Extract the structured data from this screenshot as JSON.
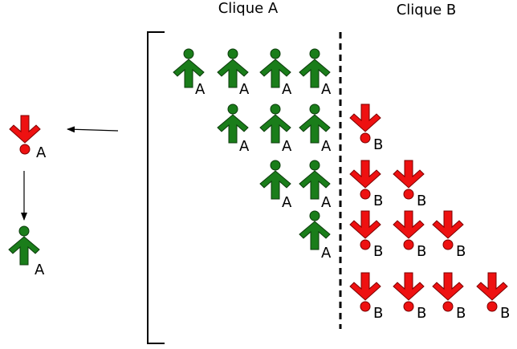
{
  "headers": {
    "clique_a": "Clique A",
    "clique_b": "Clique B"
  },
  "legend": {
    "before_label": "A",
    "after_label": "A",
    "before_icon": "red-down-arrow-figure",
    "after_icon": "green-up-arrow-figure"
  },
  "clique_a": {
    "label": "A",
    "icon": "green-up-arrow-figure",
    "rows": [
      4,
      3,
      2,
      1
    ]
  },
  "clique_b": {
    "label": "B",
    "icon": "red-down-arrow-figure",
    "rows": [
      1,
      2,
      3,
      4
    ]
  },
  "colors": {
    "clique_a_fill": "#1a7d1a",
    "clique_a_stroke": "#0b3a0b",
    "clique_b_fill": "#ee1111",
    "clique_b_stroke": "#7a0000"
  }
}
